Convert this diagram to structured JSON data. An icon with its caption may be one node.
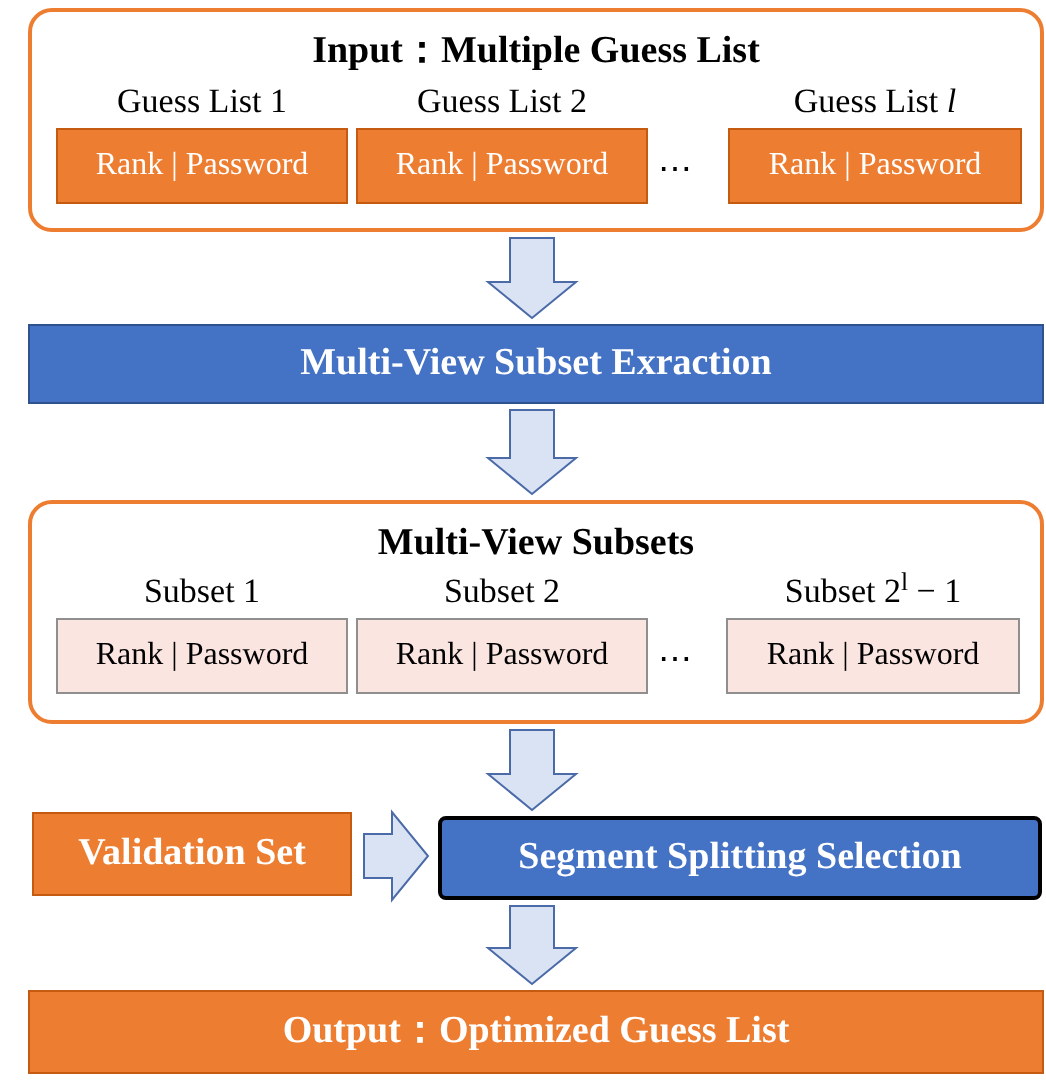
{
  "diagram": {
    "nodes": [
      {
        "text": [
          "Input：Multiple Guess List"
        ]
      },
      {
        "text": [
          "Guess List 1",
          "Rank | Password"
        ],
        "in": 0
      },
      {
        "text": [
          "Guess List 2",
          "Rank | Password"
        ],
        "in": 0
      },
      {
        "text": [
          "Guess List *l*",
          "Rank | Password"
        ],
        "in": 0
      },
      {
        "text": [
          "Multi-View Subset Exraction"
        ]
      },
      {
        "text": [
          "Multi-View Subsets"
        ]
      },
      {
        "text": [
          "Subset 1",
          "Rank | Password"
        ],
        "in": 5
      },
      {
        "text": [
          "Subset 2",
          "Rank | Password"
        ],
        "in": 5
      },
      {
        "text": [
          "Subset 2$^{l}$ − 1",
          "Rank | Password"
        ],
        "in": 5
      },
      {
        "text": [
          "Validation Set"
        ]
      },
      {
        "text": [
          "Segment Splitting Selection"
        ]
      },
      {
        "text": [
          "Output：Optimized Guess List"
        ]
      }
    ],
    "edges": [
      {
        "from": 0,
        "to": 4,
        "arrow": "to"
      },
      {
        "from": 4,
        "to": 5,
        "arrow": "to"
      },
      {
        "from": 5,
        "to": 10,
        "arrow": "to"
      },
      {
        "from": 9,
        "to": 10,
        "arrow": "to"
      },
      {
        "from": 10,
        "to": 11,
        "arrow": "to"
      }
    ],
    "labels": [
      "⋯",
      "⋯"
    ]
  }
}
